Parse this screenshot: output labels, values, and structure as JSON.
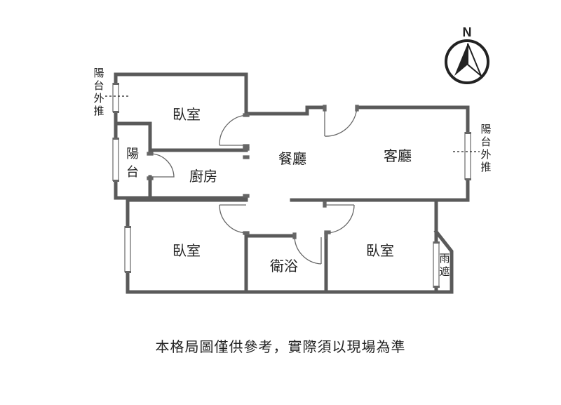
{
  "compass": {
    "north_label": "N"
  },
  "rooms": {
    "bedroom_nw": "臥室",
    "bedroom_sw": "臥室",
    "bedroom_se": "臥室",
    "balcony": "陽台",
    "kitchen": "廚房",
    "dining": "餐廳",
    "living": "客廳",
    "bathroom": "衛浴",
    "canopy": "雨遮"
  },
  "balcony_push_left": [
    "陽",
    "台",
    "外",
    "推"
  ],
  "balcony_push_right": [
    "陽",
    "台",
    "外",
    "推"
  ],
  "disclaimer": "本格局圖僅供參考，實際須以現場為準",
  "colors": {
    "wall": "#5a5a5a",
    "door": "#666666",
    "text": "#222222",
    "background": "#ffffff"
  }
}
